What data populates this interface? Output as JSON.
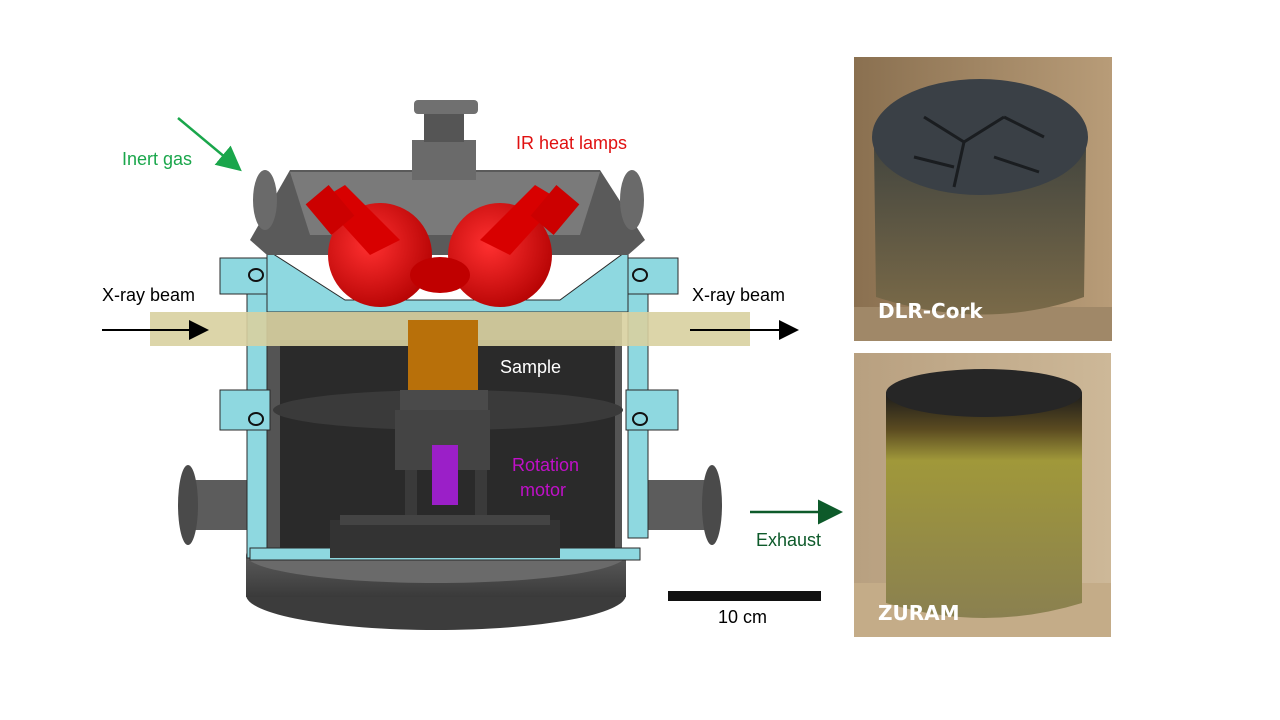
{
  "labels": {
    "ir_heat_lamps": "IR heat lamps",
    "inert_gas": "Inert gas",
    "xray_beam_in": "X-ray beam",
    "xray_beam_out": "X-ray beam",
    "sample": "Sample",
    "rotation_motor_line1": "Rotation",
    "rotation_motor_line2": "motor",
    "exhaust": "Exhaust",
    "scale_bar": "10 cm"
  },
  "photos": {
    "top": {
      "label": "DLR-Cork"
    },
    "bottom": {
      "label": "ZURAM"
    }
  },
  "colors": {
    "chamber_gray": "#4a4a4a",
    "flange_cyan": "#8ed8e0",
    "lamp_red": "#e00000",
    "beam_tan": "#d8d0a0",
    "sample_orange": "#b8700a",
    "motor_purple": "#9b1fc8",
    "inert_gas_green": "#1aa64b",
    "exhaust_green": "#0d5a2a",
    "label_red": "#e01010",
    "label_magenta": "#c010c8"
  }
}
